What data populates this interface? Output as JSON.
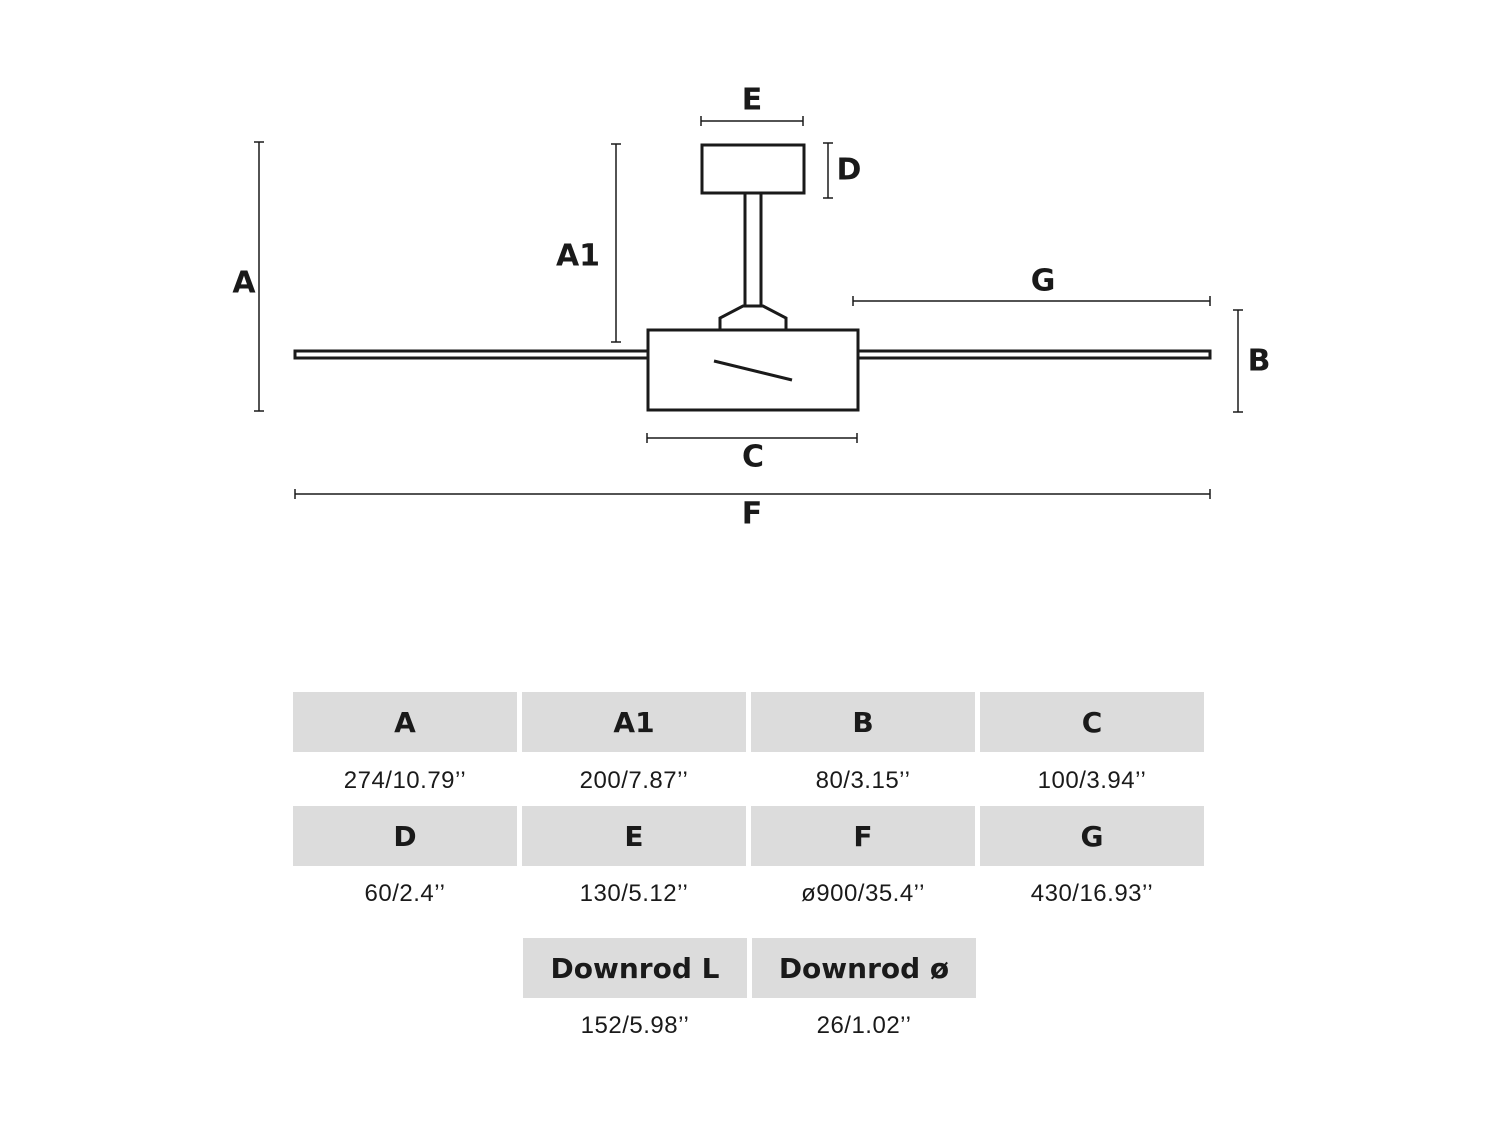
{
  "labels": {
    "A": "A",
    "A1": "A1",
    "B": "B",
    "C": "C",
    "D": "D",
    "E": "E",
    "F": "F",
    "G": "G"
  },
  "table": {
    "row1": [
      {
        "head": "A",
        "value": "274/10.79’’"
      },
      {
        "head": "A1",
        "value": "200/7.87’’"
      },
      {
        "head": "B",
        "value": "80/3.15’’"
      },
      {
        "head": "C",
        "value": "100/3.94’’"
      }
    ],
    "row2": [
      {
        "head": "D",
        "value": "60/2.4’’"
      },
      {
        "head": "E",
        "value": "130/5.12’’"
      },
      {
        "head": "F",
        "value": "ø900/35.4’’"
      },
      {
        "head": "G",
        "value": "430/16.93’’"
      }
    ],
    "row3": [
      {
        "head": "Downrod L",
        "value": "152/5.98’’"
      },
      {
        "head": "Downrod ø",
        "value": "26/1.02’’"
      }
    ]
  },
  "colors": {
    "line": "#1a1a1a",
    "header_bg": "#dcdcdc"
  }
}
